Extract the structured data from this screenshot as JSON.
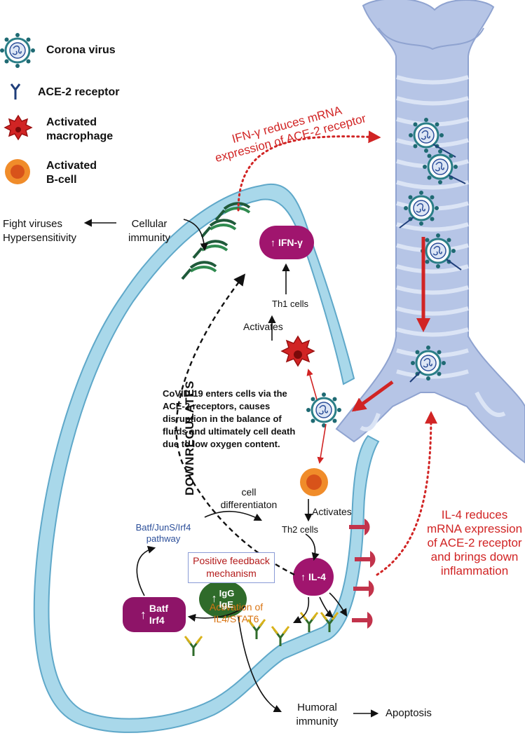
{
  "legend": {
    "corona_virus": "Corona virus",
    "ace2_receptor": "ACE-2 receptor",
    "activated_macrophage": [
      "Activated",
      "macrophage"
    ],
    "activated_bcell": [
      "Activated",
      "B-cell"
    ]
  },
  "notes": {
    "ifn_note": [
      "IFN-γ reduces mRNA",
      "expression of ACE-2 receptor"
    ],
    "il4_note": [
      "IL-4 reduces",
      "mRNA expression",
      "of ACE-2 receptor",
      "and brings down",
      "inflammation"
    ]
  },
  "labels": {
    "fight_viruses": [
      "Fight viruses",
      "Hypersensitivity"
    ],
    "cellular_immunity": [
      "Cellular",
      "immunity"
    ],
    "ifn_gamma": "IFN-γ",
    "th1_cells": "Th1 cells",
    "activates_1": "Activates",
    "downregulates": "DOWNREGULATES",
    "covid_text": [
      "CoVID-19 enters cells via the",
      "ACE-2 receptors, causes",
      "disruption in the balance of",
      "fluids and ultimately cell death",
      "due to low oxygen content."
    ],
    "cell_differentiation": [
      "cell",
      "differentiaton"
    ],
    "activates_2": "Activates",
    "th2_cells": "Th2 cells",
    "batf_pathway": [
      "Batf/JunS/Irf4",
      "pathway"
    ],
    "positive_feedback": [
      "Positive feedback",
      "mechanism"
    ],
    "il4": "IL-4",
    "batf_irf4": [
      "Batf",
      "Irf4"
    ],
    "activation_il4_stat6": [
      "Activation of",
      "IL4/STAT6"
    ],
    "igg_ige": [
      "IgG",
      "IgE"
    ],
    "humoral_immunity": [
      "Humoral",
      "immunity"
    ],
    "apoptosis": "Apoptosis",
    "up_arrow": "↑"
  },
  "colors": {
    "lung_fill": "#a9d8ea",
    "lung_edge": "#5fa8c9",
    "trachea": "#b6c5e6",
    "red": "#d12424",
    "magenta": "#a0156e",
    "green": "#2f6b2a",
    "orange": "#d97412"
  }
}
